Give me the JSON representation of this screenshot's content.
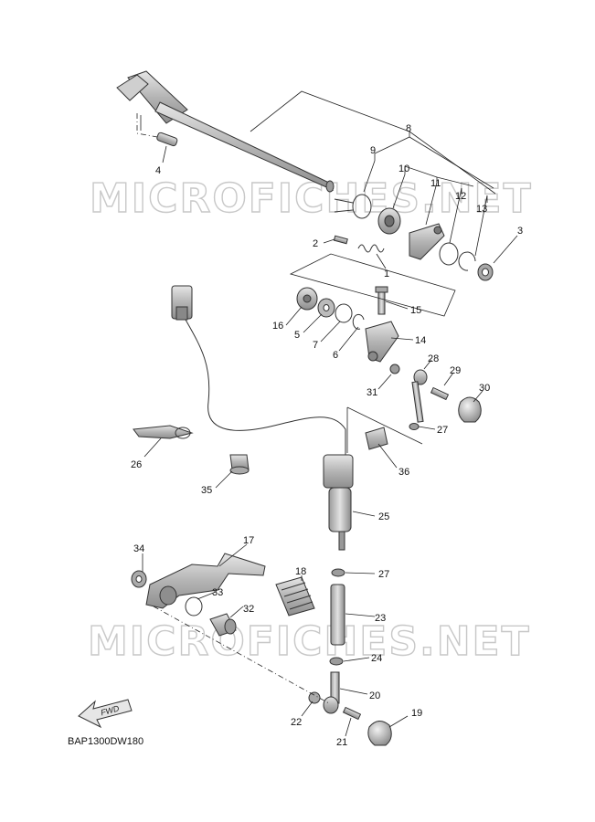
{
  "watermarks": [
    "MICROFICHES.NET",
    "MICROFICHES.NET"
  ],
  "diagram_code": "BAP1300DW180",
  "fwd_label": "FWD",
  "callouts": {
    "c1": "1",
    "c2": "2",
    "c3": "3",
    "c4": "4",
    "c5": "5",
    "c6": "6",
    "c7": "7",
    "c8": "8",
    "c9": "9",
    "c10": "10",
    "c11": "11",
    "c12": "12",
    "c13": "13",
    "c14": "14",
    "c15": "15",
    "c16": "16",
    "c17": "17",
    "c18": "18",
    "c19": "19",
    "c20": "20",
    "c21": "21",
    "c22": "22",
    "c23": "23",
    "c24": "24",
    "c25": "25",
    "c26": "26",
    "c27a": "27",
    "c27b": "27",
    "c28": "28",
    "c29": "29",
    "c30": "30",
    "c31": "31",
    "c32": "32",
    "c33": "33",
    "c34": "34",
    "c35": "35",
    "c36": "36"
  },
  "colors": {
    "part_fill": "#bdbdbd",
    "part_dark": "#8a8a8a",
    "line": "#222222",
    "watermark": "#c8c8c8"
  }
}
